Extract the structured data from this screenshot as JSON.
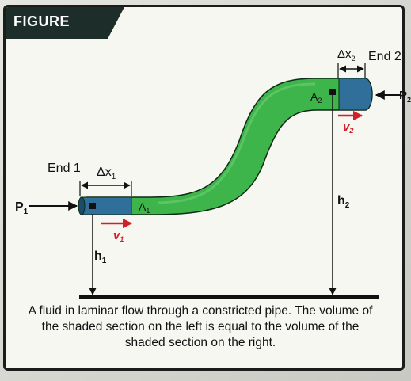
{
  "figure_label": "FIGURE",
  "labels": {
    "end1": "End 1",
    "end2": "End 2",
    "dx1_main": "Δx",
    "dx1_sub": "1",
    "dx2_main": "Δx",
    "dx2_sub": "2",
    "p1_main": "P",
    "p1_sub": "1",
    "p2_main": "P",
    "p2_sub": "2",
    "a1_main": "A",
    "a1_sub": "1",
    "a2_main": "A",
    "a2_sub": "2",
    "v1_main": "v",
    "v1_sub": "1",
    "v2_main": "v",
    "v2_sub": "2",
    "h1_main": "h",
    "h1_sub": "1",
    "h2_main": "h",
    "h2_sub": "2"
  },
  "caption": "A fluid in laminar flow through a constricted pipe. The volume of the shaded section on the left is equal to the volume of the shaded section on the right.",
  "colors": {
    "pipe": "#3db54a",
    "shaded_section": "#2f6f9a",
    "velocity_arrow": "#d0202a",
    "outline": "#0d2b14"
  }
}
